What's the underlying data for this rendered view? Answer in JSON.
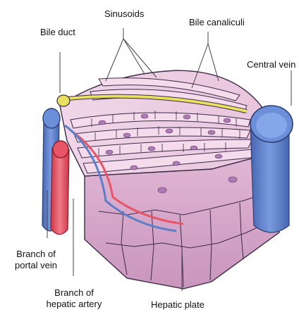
{
  "labels": {
    "sinusoids": "Sinusoids",
    "bile_canaliculi": "Bile canaliculi",
    "bile_duct": "Bile duct",
    "central_vein": "Central vein",
    "branch_portal_vein": [
      "Branch of",
      "portal vein"
    ],
    "branch_hepatic_artery": [
      "Branch of",
      "hepatic artery"
    ],
    "hepatic_plate": "Hepatic plate"
  },
  "colors": {
    "tissue_pink": "#d9a8cc",
    "tissue_light": "#efd3e6",
    "cell_outline": "#3c2a4a",
    "nucleus": "#b07ab5",
    "portal_vein": "#5b7fc9",
    "hepatic_artery": "#e85566",
    "bile_duct": "#e7e060",
    "central_vein": "#6b8fd8"
  }
}
